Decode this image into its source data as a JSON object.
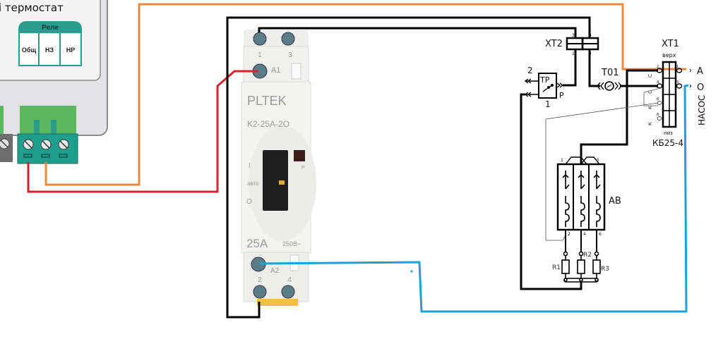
{
  "thermostat": {
    "title_fragment": "і термостат",
    "relay_header": "Реле",
    "relay_terminals": [
      "Общ",
      "НЗ",
      "НР"
    ]
  },
  "contactor": {
    "brand": "PLTEK",
    "model": "K2-25A-2O",
    "rating_current": "25A",
    "rating_voltage": "250В~",
    "terminals_top": [
      "1",
      "3"
    ],
    "terminals_bottom": [
      "2",
      "4"
    ],
    "coil_top": "A1",
    "coil_bottom": "A2",
    "switch_marks": {
      "on": "I",
      "auto": "авто",
      "off": "O",
      "p": "P"
    }
  },
  "schematic": {
    "xt2": {
      "label": "XT2",
      "pins": [
        "3",
        "4",
        "1",
        "2"
      ]
    },
    "thermoregulator": {
      "label": "ТР",
      "pin_out_2": "2",
      "pin_1": "1",
      "pin_p": "Р"
    },
    "thermo_fuse": {
      "label": "T01"
    },
    "xt1": {
      "label": "XT1",
      "top": "верх",
      "bottom": "низ",
      "model": "КБ25-4",
      "pins_left": [
        "2",
        "4",
        "6",
        "8"
      ],
      "pins_right": [
        "1",
        "3"
      ],
      "wire_marks": [
        "С",
        "С",
        "К",
        "К"
      ]
    },
    "pump": {
      "label": "НАСОС",
      "line_a": "А",
      "line_o": "О"
    },
    "breaker": {
      "label": "АВ",
      "pins_top": [
        "1",
        "5"
      ],
      "pins_bottom": [
        "2",
        "4",
        "6"
      ]
    },
    "resistors": [
      "R1",
      "R2",
      "R3"
    ]
  },
  "wires": {
    "colors": {
      "orange": "#f0883a",
      "red": "#d8232f",
      "blue": "#1ea0d8",
      "black": "#000000"
    }
  }
}
